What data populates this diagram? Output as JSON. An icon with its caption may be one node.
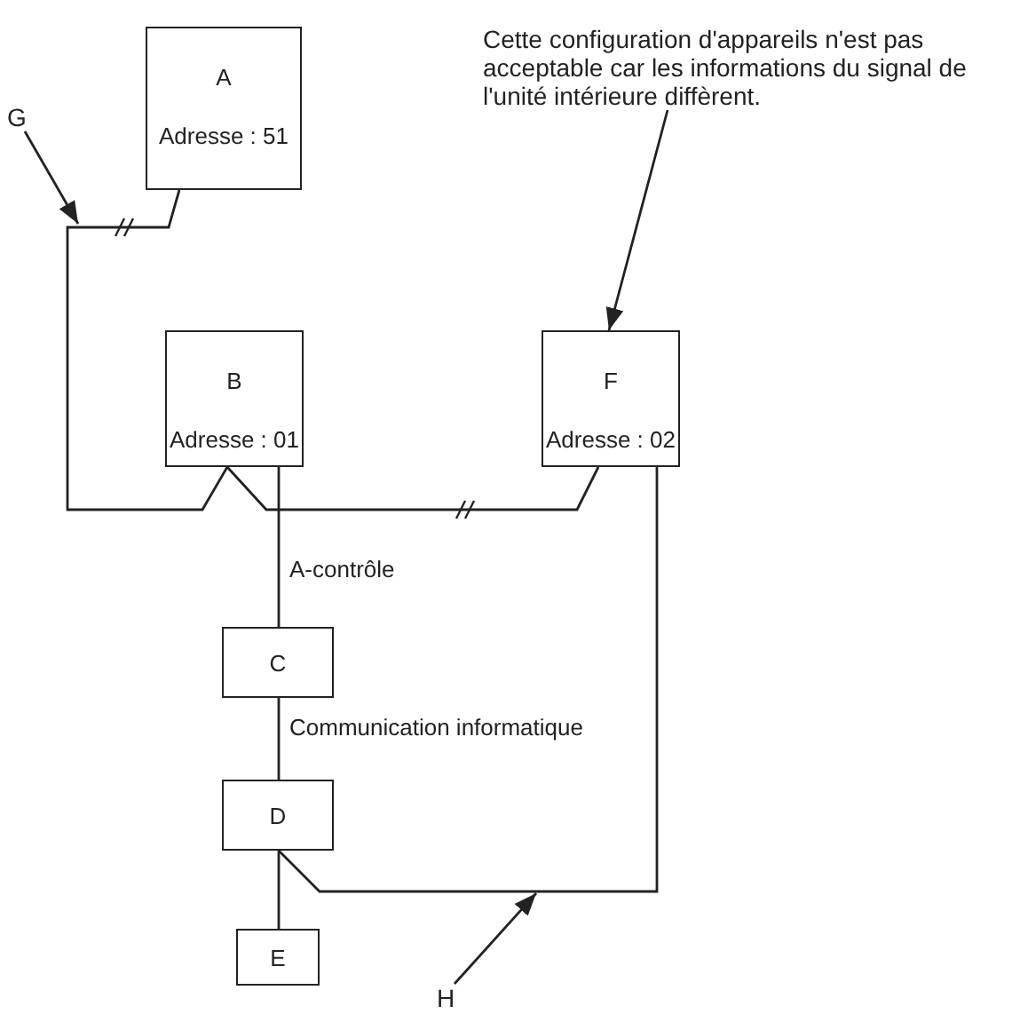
{
  "diagram": {
    "nodes": [
      {
        "text": [
          "A",
          "Adresse : 51"
        ]
      },
      {
        "text": [
          "B",
          "Adresse : 01"
        ]
      },
      {
        "text": [
          "F",
          "Adresse : 02"
        ]
      },
      {
        "text": [
          "C"
        ]
      },
      {
        "text": [
          "D"
        ]
      },
      {
        "text": [
          "E"
        ]
      },
      {
        "text": [
          "Cette configuration d'appareils n'est pas acceptable car les informations du signal de l'unité intérieure diffèrent."
        ]
      },
      {
        "text": [
          "G"
        ]
      },
      {
        "text": [
          "H"
        ]
      }
    ],
    "edges": [
      {
        "from": 0,
        "to": 1,
        "arrow": "none"
      },
      {
        "from": 1,
        "to": 2,
        "arrow": "none"
      },
      {
        "from": 1,
        "to": 3,
        "arrow": "none",
        "label": "A-contrôle"
      },
      {
        "from": 3,
        "to": 4,
        "arrow": "none",
        "label": "Communication informatique"
      },
      {
        "from": 4,
        "to": 5,
        "arrow": "none"
      },
      {
        "from": 4,
        "to": 2,
        "arrow": "none"
      },
      {
        "from": 6,
        "to": 2,
        "arrow": "to"
      },
      {
        "from": 7,
        "to": null,
        "arrow": "to"
      },
      {
        "from": 8,
        "to": null,
        "arrow": "to"
      }
    ]
  }
}
